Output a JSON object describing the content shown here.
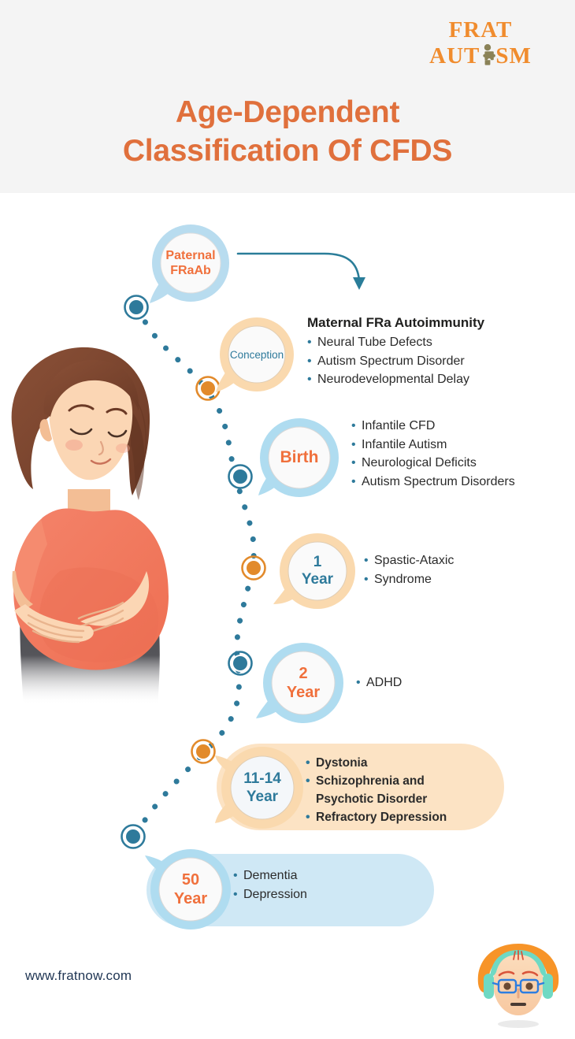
{
  "header": {
    "logo": {
      "line1": "FRAT",
      "line2_before": "AUT",
      "line2_after": "SM",
      "icon": "puzzle-person-icon",
      "color": "#F08C2E"
    },
    "title_line1": "Age-Dependent",
    "title_line2": "Classification Of CFDS",
    "title_color": "#E0703C",
    "band_color": "#F4F4F4"
  },
  "illustration": {
    "name": "pregnant-woman-illustration",
    "hair_color": "#7B4430",
    "skin_color": "#FBD6B4",
    "shirt_color": "#F07A5F",
    "pants_color": "#4A4A4D"
  },
  "timeline": {
    "marker_teal": "#2E7A9B",
    "marker_orange": "#E28A2B",
    "dot_color": "#2E7A9B",
    "stages": [
      {
        "id": "paternal-fraab",
        "label": "Paternal\nFRaAb",
        "label_line1": "Paternal",
        "label_line2": "FRaAb",
        "label_color": "#F0703C",
        "ring_color": "#B8DCEF",
        "heading": "",
        "bullets": [],
        "marker": "teal"
      },
      {
        "id": "conception",
        "label_line1": "Conception",
        "label_line2": "",
        "label_color": "#2E7A9B",
        "ring_color": "#FAD9AE",
        "heading": "Maternal FRa Autoimmunity",
        "bullets": [
          "Neural Tube Defects",
          "Autism Spectrum Disorder",
          "Neurodevelopmental Delay"
        ],
        "marker": "orange"
      },
      {
        "id": "birth",
        "label_line1": "Birth",
        "label_line2": "",
        "label_color": "#F0703C",
        "ring_color": "#AFDCF0",
        "heading": "",
        "bullets": [
          "Infantile CFD",
          "Infantile Autism",
          "Neurological Deficits",
          "Autism Spectrum Disorders"
        ],
        "marker": "teal"
      },
      {
        "id": "one-year",
        "label_line1": "1",
        "label_line2": "Year",
        "label_color": "#2E7A9B",
        "ring_color": "#FAD9AE",
        "heading": "",
        "bullets": [
          "Spastic-Ataxic",
          "Syndrome"
        ],
        "marker": "orange"
      },
      {
        "id": "two-year",
        "label_line1": "2",
        "label_line2": "Year",
        "label_color": "#F0703C",
        "ring_color": "#AFDCF0",
        "heading": "",
        "bullets": [
          "ADHD"
        ],
        "marker": "teal"
      },
      {
        "id": "eleven-fourteen-year",
        "label_line1": "11-14",
        "label_line2": "Year",
        "label_color": "#2E7A9B",
        "ring_color": "#FAD9AE",
        "heading": "",
        "bullets": [
          "Dystonia",
          "Schizophrenia and",
          "Psychotic Disorder",
          "Refractory Depression"
        ],
        "marker": "orange"
      },
      {
        "id": "fifty-year",
        "label_line1": "50",
        "label_line2": "Year",
        "label_color": "#F0703C",
        "ring_color": "#AFDCF0",
        "heading": "",
        "bullets": [
          "Dementia",
          "Depression"
        ],
        "marker": "teal"
      }
    ]
  },
  "footer": {
    "url": "www.fratnow.com",
    "url_color": "#1f3553",
    "mascot": "mascot-face-with-headphones-icon"
  }
}
